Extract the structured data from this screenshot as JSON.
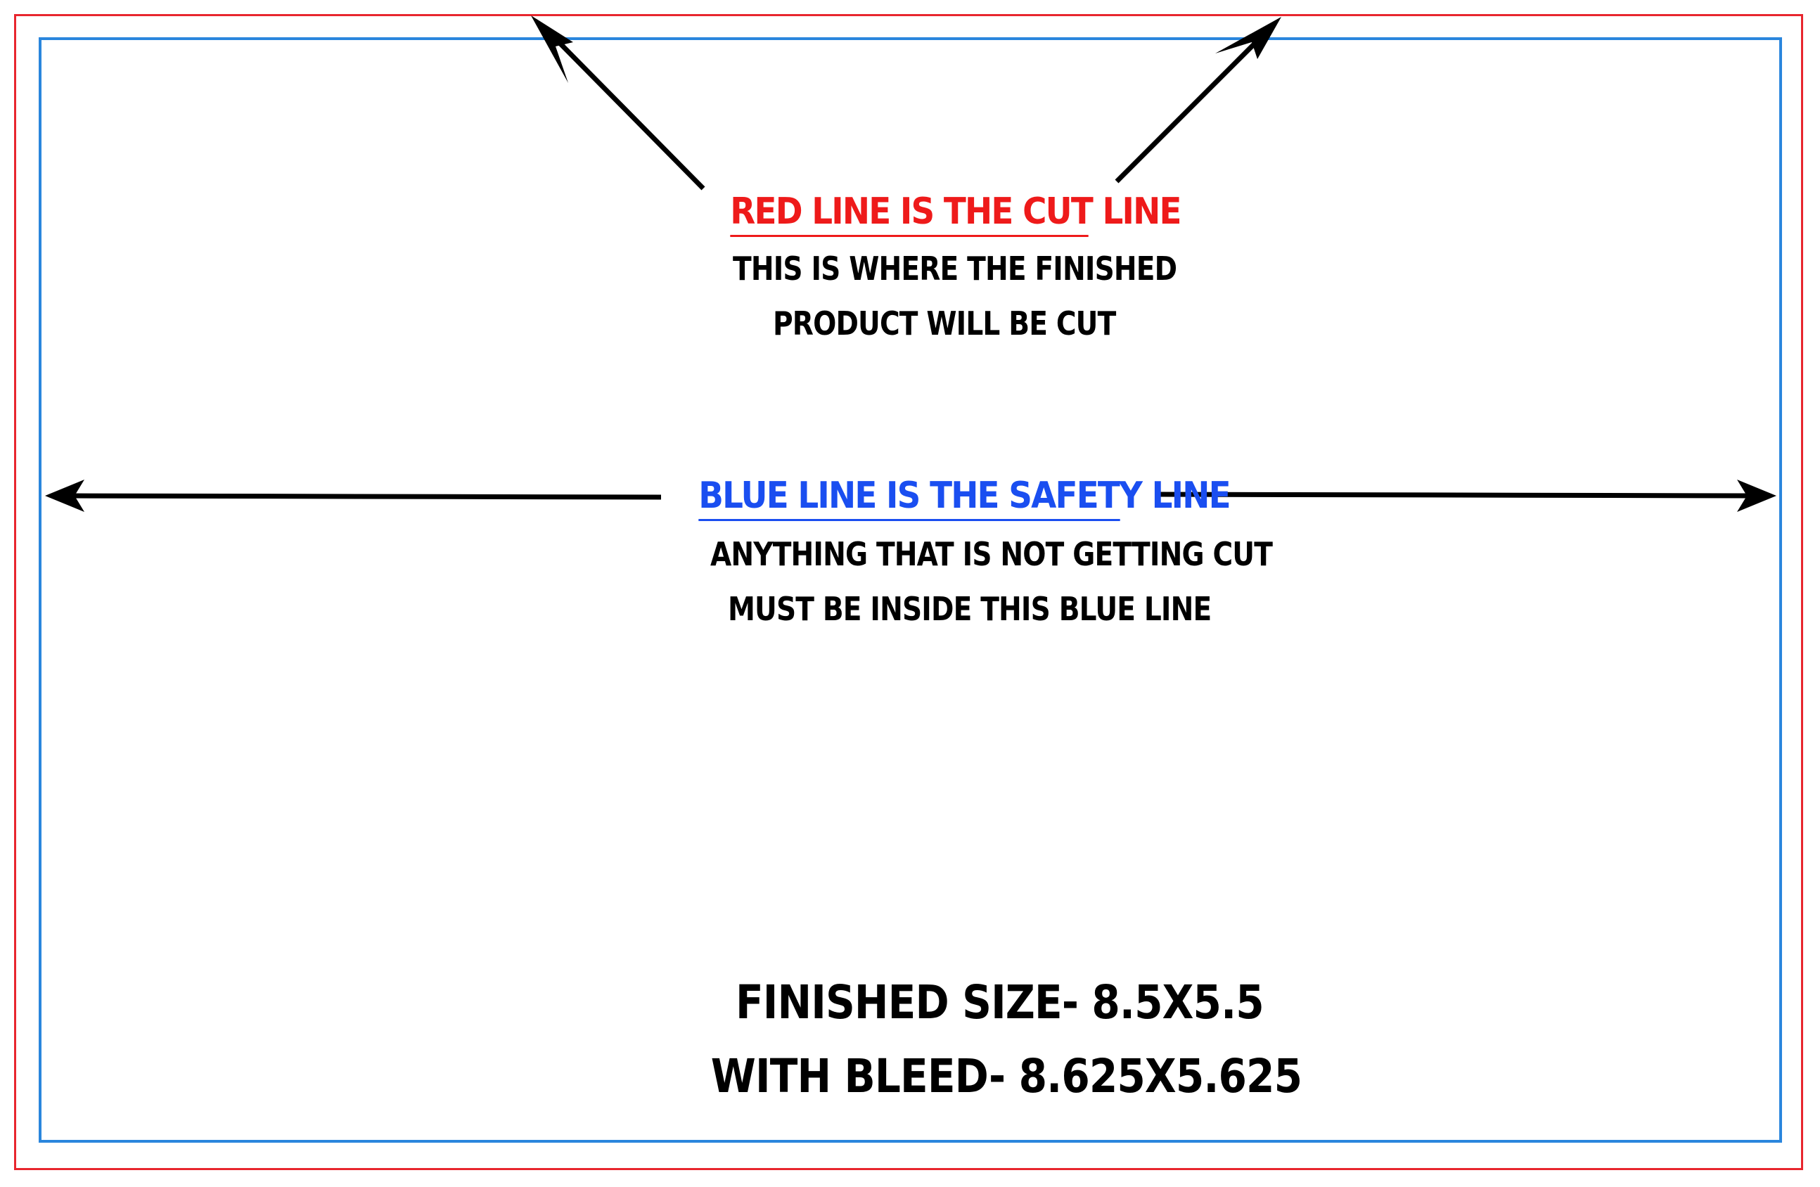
{
  "cut_line": {
    "heading": "RED LINE IS THE CUT LINE",
    "description_line1": "THIS IS WHERE THE FINISHED",
    "description_line2": "PRODUCT WILL BE CUT",
    "color": "#ee1a1a"
  },
  "safety_line": {
    "heading": "BLUE LINE IS THE SAFETY LINE",
    "description_line1": "ANYTHING THAT IS NOT GETTING CUT",
    "description_line2": "MUST BE INSIDE THIS BLUE LINE",
    "color": "#1a4ef0"
  },
  "sizes": {
    "finished": "FINISHED SIZE- 8.5X5.5",
    "with_bleed": "WITH BLEED- 8.625X5.625"
  },
  "border_colors": {
    "cut_border": "#e8262e",
    "safety_border": "#2a86dd"
  }
}
